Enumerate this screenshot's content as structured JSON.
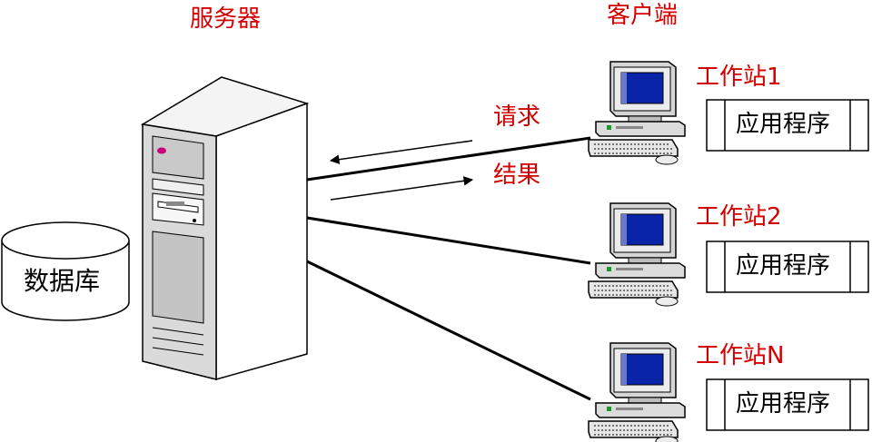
{
  "server": {
    "label": "服务器"
  },
  "client_side": {
    "label": "客户端"
  },
  "database": {
    "label": "数据库"
  },
  "arrows": {
    "request_label": "请求",
    "result_label": "结果"
  },
  "workstations": [
    {
      "label": "工作站1",
      "app_label": "应用程序"
    },
    {
      "label": "工作站2",
      "app_label": "应用程序"
    },
    {
      "label": "工作站N",
      "app_label": "应用程序"
    }
  ],
  "colors": {
    "label_red": "#d40000",
    "screen_blue": "#0a24a8",
    "line": "#000000"
  }
}
